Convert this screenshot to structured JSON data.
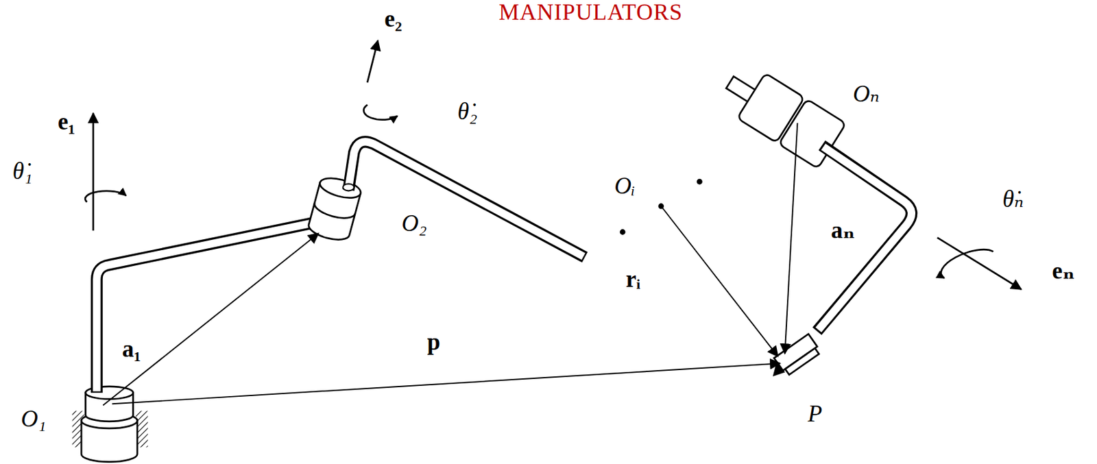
{
  "diagram": {
    "title": "MANIPULATORS",
    "labels": [
      "e₁",
      "θ̇₁",
      "O₁",
      "a₁",
      "O₂",
      "e₂",
      "θ̇₂",
      "Oᵢ",
      "rᵢ",
      "p",
      "Oₙ",
      "aₙ",
      "θ̇ₙ",
      "eₙ",
      "P"
    ]
  }
}
